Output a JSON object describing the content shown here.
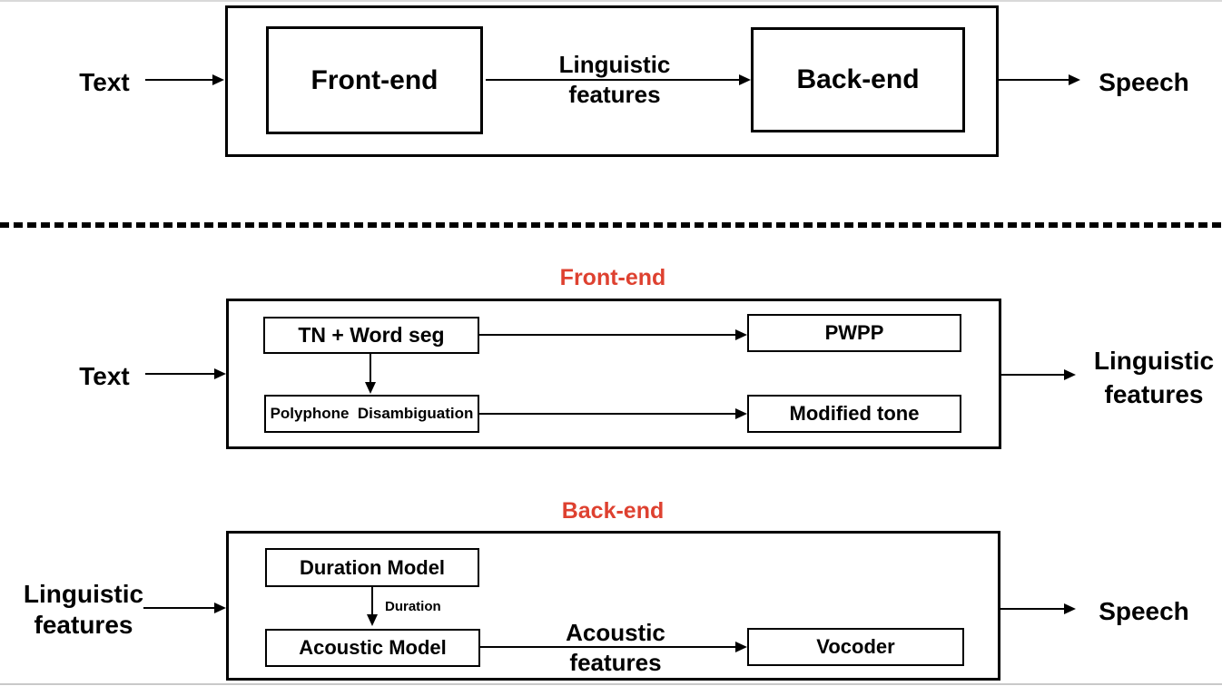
{
  "colors": {
    "accent_red": "#DE4130",
    "line_black": "#000000",
    "edge_grey_top": "#d9d9d9",
    "edge_grey_bottom": "#c9c9c9"
  },
  "overview": {
    "input_label": "Text",
    "front_end_box": "Front-end",
    "connector_label": "Linguistic\nfeatures",
    "back_end_box": "Back-end",
    "output_label": "Speech"
  },
  "front_end_detail": {
    "title": "Front-end",
    "input_label": "Text",
    "tn_word_seg_box": "TN + Word seg",
    "polyphone_box": "Polyphone  Disambiguation",
    "pwpp_box": "PWPP",
    "modified_tone_box": "Modified tone",
    "output_label": "Linguistic\nfeatures"
  },
  "back_end_detail": {
    "title": "Back-end",
    "input_label": "Linguistic\nfeatures",
    "duration_model_box": "Duration Model",
    "duration_arrow_label": "Duration",
    "acoustic_model_box": "Acoustic Model",
    "connector_label": "Acoustic\nfeatures",
    "vocoder_box": "Vocoder",
    "output_label": "Speech"
  }
}
